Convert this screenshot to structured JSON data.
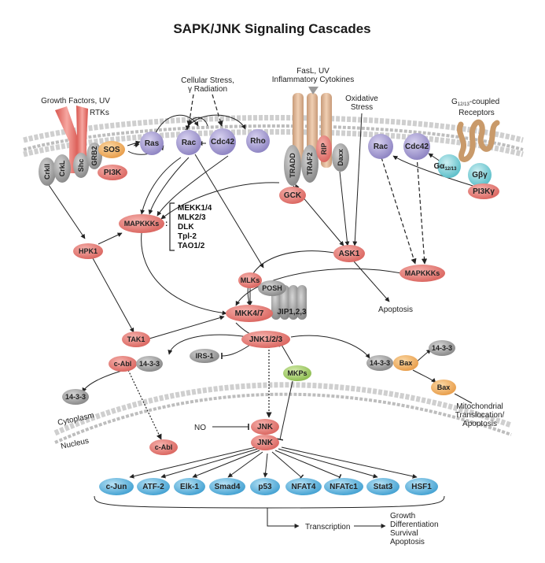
{
  "title": "SAPK/JNK Signaling Cascades",
  "labels": {
    "growth_factors": "Growth Factors, UV",
    "rtks": "RTKs",
    "cellular_stress_1": "Cellular Stress,",
    "cellular_stress_2": "γ Radiation",
    "fasl_1": "FasL, UV",
    "fasl_2": "Inflammatory Cytokines",
    "oxidative_1": "Oxidative",
    "oxidative_2": "Stress",
    "g_coupled_1": "G",
    "g_coupled_sub": "12/13",
    "g_coupled_2": "-coupled",
    "g_coupled_3": "Receptors",
    "apoptosis": "Apoptosis",
    "cytoplasm": "Cytoplasm",
    "nucleus": "Nucleus",
    "no": "NO",
    "mito_1": "Mitochondrial",
    "mito_2": "Translocation/",
    "mito_3": "Apoptosis",
    "transcription": "Transcription",
    "outcome_1": "Growth",
    "outcome_2": "Differentiation",
    "outcome_3": "Survival",
    "outcome_4": "Apoptosis"
  },
  "mapkkk_list": [
    "MEKK1/4",
    "MLK2/3",
    "DLK",
    "Tpl-2",
    "TAO1/2"
  ],
  "nodes": {
    "crkii": "CrkII",
    "crkl": "CrkL",
    "shc": "Shc",
    "grb2": "GRB2",
    "sos": "SOS",
    "pi3k": "PI3K",
    "ras": "Ras",
    "rac": "Rac",
    "cdc42": "Cdc42",
    "rho": "Rho",
    "tradd": "TRADD",
    "traf2": "TRAF2",
    "rip": "RIP",
    "daxx": "Daxx",
    "rac2": "Rac",
    "cdc42_2": "Cdc42",
    "galpha": "Gα",
    "galpha_sub": "12/13",
    "gbg": "Gβγ",
    "pi3kg": "PI3Kγ",
    "gck": "GCK",
    "mapkkks": "MAPKKKs",
    "hpk1": "HPK1",
    "ask1": "ASK1",
    "mapkkks2": "MAPKKKs",
    "mlks": "MLKs",
    "posh": "POSH",
    "jip": "JIP1,2,3",
    "mkk47": "MKK4/7",
    "tak1": "TAK1",
    "jnk123": "JNK1/2/3",
    "cabl": "c-Abl",
    "p1433_a": "14-3-3",
    "irs1": "IRS-1",
    "mkps": "MKPs",
    "p1433_b": "14-3-3",
    "bax": "Bax",
    "p1433_c": "14-3-3",
    "bax2": "Bax",
    "p1433_d": "14-3-3",
    "jnk_a": "JNK",
    "jnk_b": "JNK",
    "cabl2": "c-Abl"
  },
  "targets": [
    "c-Jun",
    "ATF-2",
    "Elk-1",
    "Smad4",
    "p53",
    "NFAT4",
    "NFATc1",
    "Stat3",
    "HSF1"
  ],
  "colors": {
    "red_node": "#e57b76",
    "purple_node": "#a49bd0",
    "gray_node": "#9a9a9a",
    "orange_node": "#f0b46a",
    "green_node": "#a8d26a",
    "blue_node": "#5fb6e0",
    "teal_node": "#7fd0d8",
    "membrane": "#c9c9c9"
  }
}
